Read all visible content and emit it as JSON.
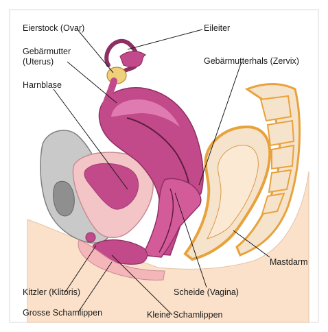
{
  "labels": {
    "ovary": "Eierstock (Ovar)",
    "tube": "Eileiter",
    "uterus_line1": "Gebärmutter",
    "uterus_line2": "(Uterus)",
    "cervix": "Gebärmutterhals (Zervix)",
    "bladder": "Harnblase",
    "rectum": "Mastdarm",
    "clitoris": "Kitzler (Klitoris)",
    "vagina": "Scheide (Vagina)",
    "labia_majora": "Grosse Schamlippen",
    "labia_minora": "Kleine Schamlippen"
  },
  "colors": {
    "background": "#ffffff",
    "border": "#d9d9d9",
    "leader_line": "#1a1a1a",
    "uterus": "#c24a8a",
    "uterus_highlight": "#e07bb2",
    "bladder_wall": "#e7a8b0",
    "bladder_inner": "#f3c5c6",
    "bone": "#bfbfbf",
    "bone_dark": "#8c8c8c",
    "spine_fill": "#f6e3cc",
    "spine_edge": "#e8a23c",
    "skin": "#fbe1c9",
    "skin_pink": "#f4b6b8"
  }
}
